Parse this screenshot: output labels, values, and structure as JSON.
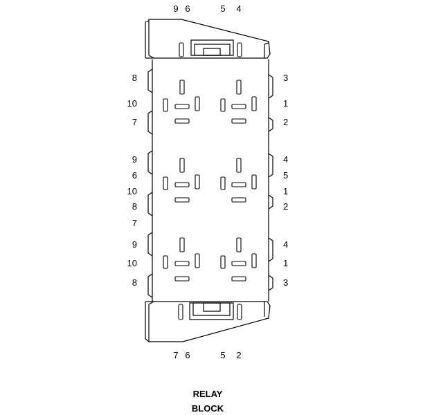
{
  "caption": {
    "line1": "RELAY",
    "line2": "BLOCK"
  },
  "top_pins": [
    "9",
    "6",
    "5",
    "4"
  ],
  "bottom_pins": [
    "7",
    "6",
    "5",
    "2"
  ],
  "left_pins": [
    "8",
    "10",
    "7",
    "9",
    "6",
    "10",
    "8",
    "7",
    "9",
    "10",
    "8"
  ],
  "right_pins": [
    "3",
    "1",
    "2",
    "4",
    "5",
    "1",
    "2",
    "4",
    "1",
    "3"
  ],
  "colors": {
    "line": "#000000",
    "background": "#ffffff"
  }
}
